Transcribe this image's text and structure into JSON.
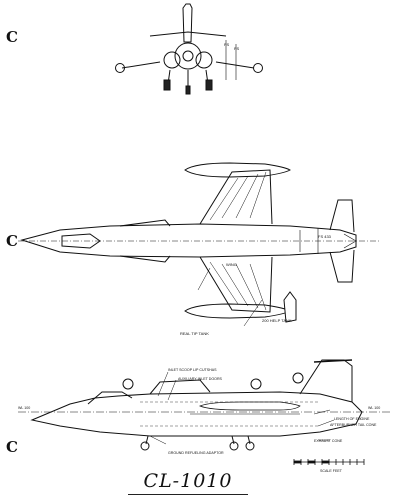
{
  "drawing": {
    "title": "CL-1010",
    "margin_marks": [
      "C",
      "C",
      "C"
    ],
    "views": {
      "front": {
        "labels": [
          "FS",
          "FS"
        ]
      },
      "plan": {
        "labels": [
          "REAL TIP TANK",
          "200 HELP TANK",
          "WING",
          "FS 433"
        ]
      },
      "side": {
        "labels": [
          "INLET SCOOP LIP CUTSHAS",
          "AUXILIARY INLET DOORS",
          "GROUND REFUELING ADAPTOR",
          "AFTERBURNER TAIL CONE",
          "LENGTH OF ENGINE",
          "EXHAUST CONE",
          "WL 100",
          "WL 100",
          "SCALE FEET"
        ]
      }
    }
  }
}
